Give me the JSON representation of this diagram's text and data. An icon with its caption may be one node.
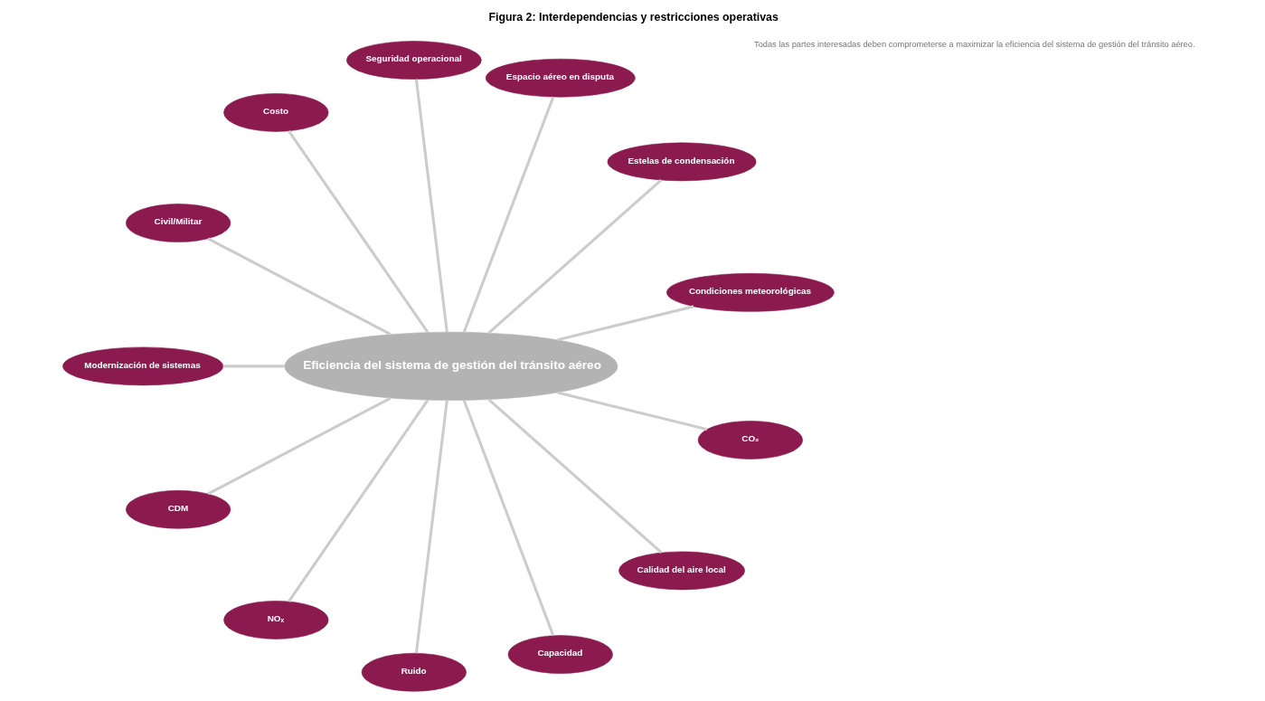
{
  "diagram": {
    "title": "Figura 2: Interdependencias y restricciones operativas",
    "nodes": [
      {
        "text": [
          "Eficiencia del sistema de gestión del tránsito aéreo"
        ]
      },
      {
        "text": [
          "Condiciones meteorológicas"
        ]
      },
      {
        "text": [
          "Estelas de condensación"
        ]
      },
      {
        "text": [
          "Espacio aéreo en disputa"
        ]
      },
      {
        "text": [
          "Seguridad operacional"
        ]
      },
      {
        "text": [
          "Costo"
        ]
      },
      {
        "text": [
          "Civil/Militar"
        ]
      },
      {
        "text": [
          "Modernización de sistemas"
        ]
      },
      {
        "text": [
          "CDM"
        ]
      },
      {
        "text": [
          "NOₓ"
        ]
      },
      {
        "text": [
          "Ruido"
        ]
      },
      {
        "text": [
          "Capacidad"
        ]
      },
      {
        "text": [
          "Calidad del aire local"
        ]
      },
      {
        "text": [
          "CO₂"
        ]
      }
    ],
    "edges": [
      {
        "from": 0,
        "to": 1,
        "arrow": "none"
      },
      {
        "from": 0,
        "to": 2,
        "arrow": "none"
      },
      {
        "from": 0,
        "to": 3,
        "arrow": "none"
      },
      {
        "from": 0,
        "to": 4,
        "arrow": "none"
      },
      {
        "from": 0,
        "to": 5,
        "arrow": "none"
      },
      {
        "from": 0,
        "to": 6,
        "arrow": "none"
      },
      {
        "from": 0,
        "to": 7,
        "arrow": "none"
      },
      {
        "from": 0,
        "to": 8,
        "arrow": "none"
      },
      {
        "from": 0,
        "to": 9,
        "arrow": "none"
      },
      {
        "from": 0,
        "to": 10,
        "arrow": "none"
      },
      {
        "from": 0,
        "to": 11,
        "arrow": "none"
      },
      {
        "from": 0,
        "to": 12,
        "arrow": "none"
      },
      {
        "from": 0,
        "to": 13,
        "arrow": "none"
      }
    ],
    "labels": [
      "Todas las partes interesadas deben comprometerse a maximizar la eficiencia del sistema de gestión del tránsito aéreo."
    ]
  }
}
